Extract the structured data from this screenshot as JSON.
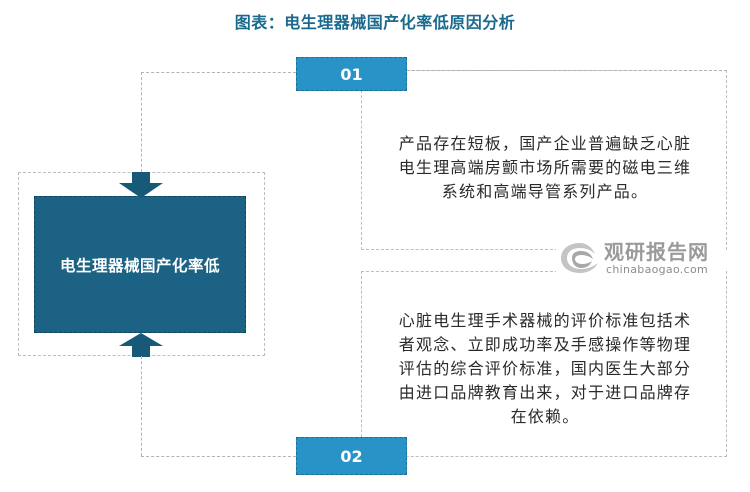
{
  "title": "图表：电生理器械国产化率低原因分析",
  "center_box": {
    "label": "电生理器械国产化率低"
  },
  "reasons": [
    {
      "number": "01",
      "lines": [
        "产品存在短板，国产企业普遍缺乏心脏",
        "电生理高端房颤市场所需要的磁电三维",
        "系统和高端导管系列产品。"
      ]
    },
    {
      "number": "02",
      "lines": [
        "心脏电生理手术器械的评价标准包括术",
        "者观念、立即成功率及手感操作等物理",
        "评估的综合评价标准，国内医生大部分",
        "由进口品牌教育出来，对于进口品牌存",
        "在依赖。"
      ]
    }
  ],
  "watermark": {
    "cn": "观研报告网",
    "en": "chinabaogao.com",
    "icon": "chinabaogao-logo-icon"
  },
  "colors": {
    "title": "#1a6a8e",
    "number_box": "#2793c6",
    "center_box": "#1b6284",
    "arrow": "#175a78",
    "dashed_line": "#b3b3b3"
  }
}
